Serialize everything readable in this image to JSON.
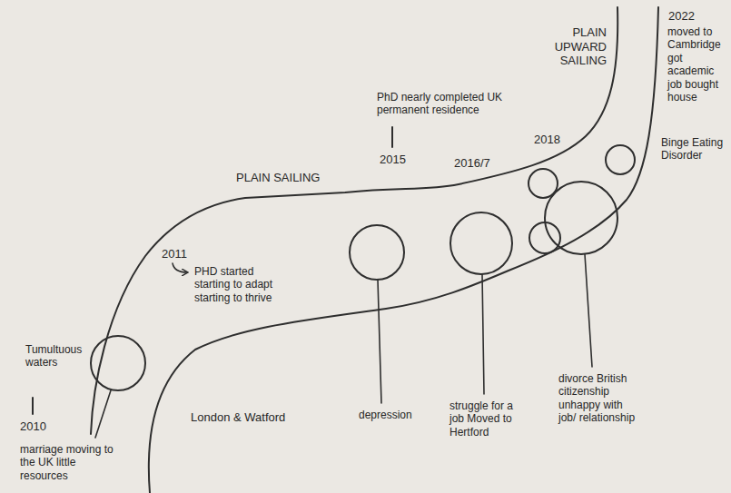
{
  "diagram": {
    "labels": [
      "PLAIN UPWARD SAILING",
      "2022",
      "moved to Cambridge got academic job bought house",
      "PhD nearly completed UK permanent residence",
      "2015",
      "2016/7",
      "2018",
      "Binge Eating Disorder",
      "PLAIN SAILING",
      "2011",
      "PHD started starting to adapt starting to thrive",
      "Tumultuous waters",
      "depression",
      "struggle for a job Moved to Hertford",
      "divorce British citizenship unhappy with job/ relationship",
      "London & Watford",
      "2010",
      "marriage moving to the UK little resources"
    ]
  }
}
